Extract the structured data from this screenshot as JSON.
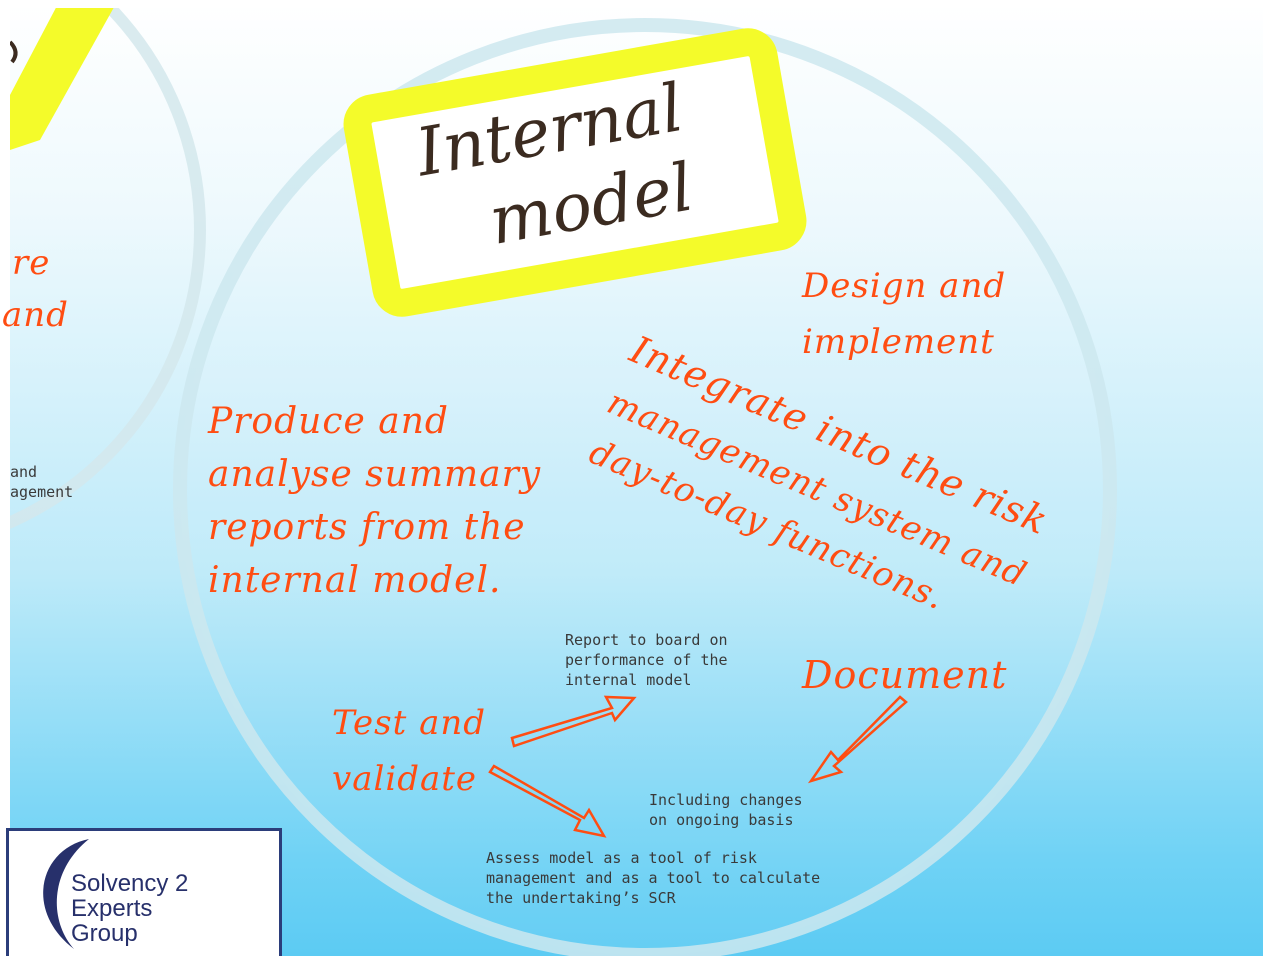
{
  "title": {
    "line1": "Internal",
    "line2": "model"
  },
  "labels": {
    "design": "Design and\nimplement",
    "integrate_1": "Integrate into the risk",
    "integrate_2": "management system and",
    "integrate_3": "day-to-day functions.",
    "produce": "Produce and\nanalyse summary\nreports from the\ninternal model.",
    "test": "Test and\nvalidate",
    "document": "Document"
  },
  "notes": {
    "report": "Report to board on\nperformance of the\ninternal model",
    "including": "Including changes\non ongoing basis",
    "assess": "Assess model as a tool of risk\nmanagement and as a tool to calculate\nthe undertaking’s SCR"
  },
  "left_fragments": {
    "hand_1": "re",
    "hand_2": "and",
    "mono_1": "and",
    "mono_2": "agement"
  },
  "logo": {
    "line1": "Solvency 2",
    "line2": "Experts",
    "line3": "Group"
  },
  "colors": {
    "orange": "#ff4d12",
    "yellow": "#f4fb2a",
    "navy": "#27306b",
    "ring": "#cfe9ef"
  }
}
